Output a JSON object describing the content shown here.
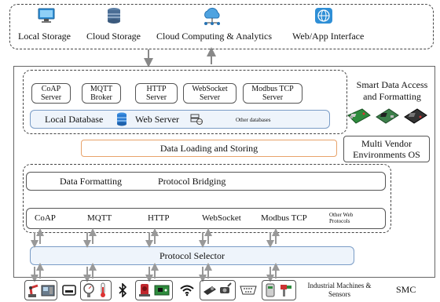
{
  "top_bar": {
    "items": [
      {
        "label": "Local Storage",
        "icon": "monitor-icon"
      },
      {
        "label": "Cloud Storage",
        "icon": "database-icon"
      },
      {
        "label": "Cloud Computing & Analytics",
        "icon": "cloud-network-icon"
      },
      {
        "label": "Web/App Interface",
        "icon": "globe-icon"
      }
    ]
  },
  "servers": {
    "items": [
      "CoAP Server",
      "MQTT Broker",
      "HTTP Server",
      "WebSocket Server",
      "Modbus TCP Server"
    ],
    "local_database": "Local Database",
    "web_server": "Web Server",
    "other_databases": "Other databases"
  },
  "smart_access": {
    "title": "Smart Data Access and Formatting",
    "multi_vendor": "Multi Vendor Environments OS"
  },
  "data_loading": "Data Loading and Storing",
  "formatting": {
    "data_formatting": "Data Formatting",
    "protocol_bridging": "Protocol Bridging"
  },
  "protocols": {
    "items": [
      "CoAP",
      "MQTT",
      "HTTP",
      "WebSocket",
      "Modbus TCP"
    ],
    "other": "Other Web Protocols"
  },
  "protocol_selector": "Protocol Selector",
  "bottom": {
    "industrial": "Industrial Machines & Sensors",
    "smc": "SMC"
  },
  "colors": {
    "blue_fill": "#eef4fb",
    "blue_border": "#7a9cc6",
    "orange_border": "#e8a36b",
    "icon_blue": "#2f8fd6"
  }
}
